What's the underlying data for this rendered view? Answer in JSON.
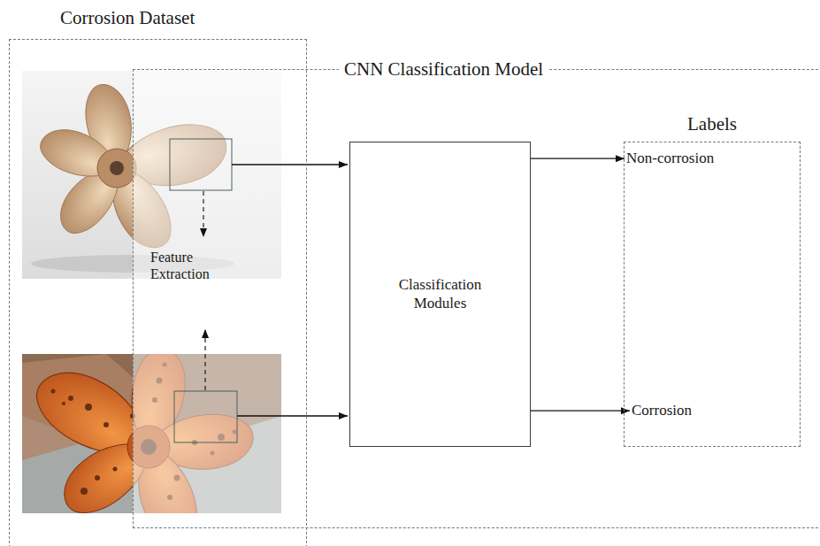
{
  "diagram": {
    "nodes": [
      {
        "text": [
          "Corrosion Dataset"
        ]
      },
      {
        "text": [
          "CNN Classification Model"
        ]
      },
      {
        "text": [
          "Classification Modules"
        ],
        "in": 1
      },
      {
        "text": [
          "Labels"
        ],
        "in": 1
      },
      {
        "text": [
          "Non-corrosion"
        ],
        "in": 3
      },
      {
        "text": [
          "Corrosion"
        ],
        "in": 3
      }
    ],
    "edges": [
      {
        "from": 2,
        "to": 4,
        "arrow": "to"
      },
      {
        "from": 2,
        "to": 5,
        "arrow": "to"
      }
    ],
    "labels": [
      "Feature Extraction"
    ]
  }
}
